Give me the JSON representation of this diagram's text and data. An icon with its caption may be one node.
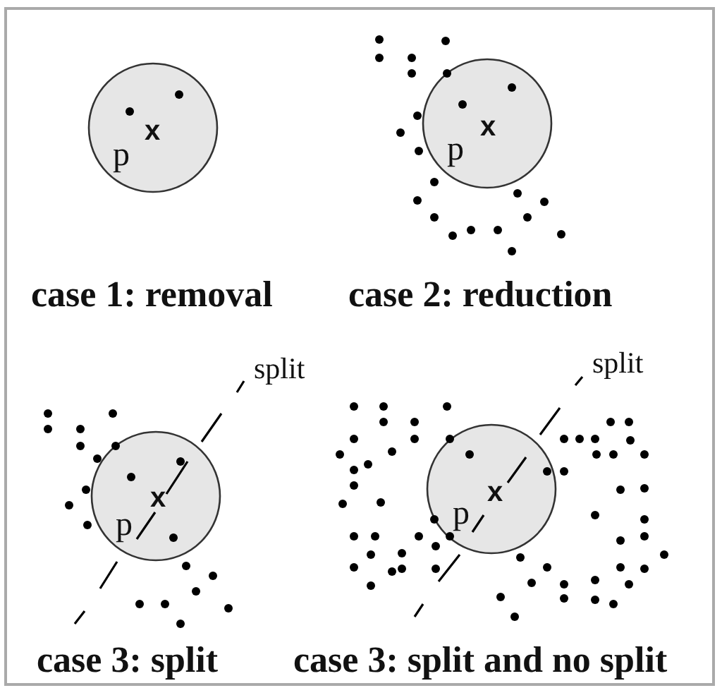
{
  "diagram": {
    "nodes": [
      {
        "text": [
          "x",
          "p"
        ]
      },
      {
        "text": [
          "x",
          "p"
        ]
      },
      {
        "text": [
          "x",
          "p"
        ]
      },
      {
        "text": [
          "x",
          "p"
        ]
      }
    ],
    "labels": [
      "case 1: removal",
      "case 2: reduction",
      "split",
      "split",
      "case 3: split",
      "case 3: split and no split"
    ]
  }
}
